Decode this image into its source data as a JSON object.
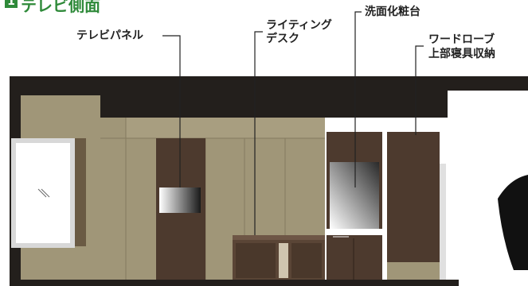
{
  "title": {
    "badge": "1",
    "text": "テレビ側面"
  },
  "labels": {
    "tv_panel": "テレビパネル",
    "writing_desk_line1": "ライティング",
    "writing_desk_line2": "デスク",
    "vanity": "洗面化粧台",
    "wardrobe_line1": "ワードローブ",
    "wardrobe_line2": "上部寝具収納"
  },
  "colors": {
    "title_green": "#2f8a3a",
    "ceiling_dark": "#231f1c",
    "beige_panel": "#a09678",
    "dark_wood": "#4d3a2e",
    "leader_line": "#222222"
  }
}
